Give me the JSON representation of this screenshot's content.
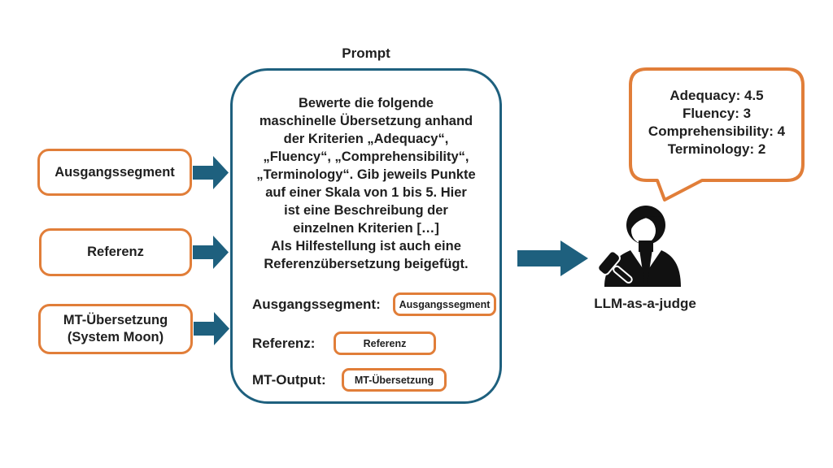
{
  "colors": {
    "teal": "#1E607E",
    "orange": "#E17E39",
    "ink": "#1F1F1F",
    "background": "#FFFFFF"
  },
  "inputs": {
    "source": {
      "label": "Ausgangssegment"
    },
    "reference": {
      "label": "Referenz"
    },
    "mt": {
      "label_line1": "MT-Übersetzung",
      "label_line2": "(System Moon)"
    }
  },
  "prompt": {
    "title": "Prompt",
    "body_lines": [
      "Bewerte die folgende",
      "maschinelle Übersetzung anhand",
      "der Kriterien „Adequacy“,",
      "„Fluency“, „Comprehensibility“,",
      "„Terminology“. Gib jeweils Punkte",
      "auf einer Skala von 1 bis 5. Hier",
      "ist eine Beschreibung der",
      "einzelnen Kriterien […]",
      "Als Hilfestellung ist auch eine",
      "Referenzübersetzung beigefügt."
    ],
    "fields": {
      "source": {
        "label": "Ausgangssegment:",
        "value": "Ausgangssegment"
      },
      "reference": {
        "label": "Referenz:",
        "value": "Referenz"
      },
      "mt": {
        "label": "MT-Output:",
        "value": "MT-Übersetzung"
      }
    }
  },
  "judge": {
    "scores": [
      "Adequacy: 4.5",
      "Fluency: 3",
      "Comprehensibility: 4",
      "Terminology: 2"
    ],
    "label": "LLM-as-a-judge"
  },
  "icons": {
    "input_arrows": "arrow-right-icon",
    "to_judge_arrow": "arrow-right-icon",
    "judge": "judge-with-gavel-icon",
    "bubble": "speech-bubble-shape"
  }
}
